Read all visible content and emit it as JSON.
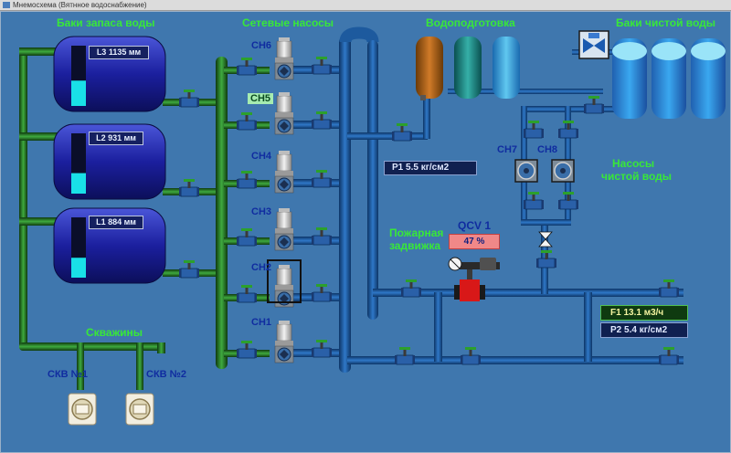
{
  "window": {
    "title": "Мнемосхема (Вятнное водоснабжение)"
  },
  "sections": {
    "tanks_storage": "Баки запаса воды",
    "network_pumps": "Сетевые насосы",
    "water_treatment": "Водоподготовка",
    "clean_tanks": "Баки чистой воды",
    "wells": "Скважины",
    "clean_pumps_line1": "Насосы",
    "clean_pumps_line2": "чистой воды",
    "fire_valve_line1": "Пожарная",
    "fire_valve_line2": "задвижка"
  },
  "tanks": [
    {
      "id": "L3",
      "text": "L3  1135 мм",
      "fill_fraction": 0.42
    },
    {
      "id": "L2",
      "text": "L2  931 мм",
      "fill_fraction": 0.34
    },
    {
      "id": "L1",
      "text": "L1  884 мм",
      "fill_fraction": 0.33
    }
  ],
  "pumps": [
    "СН6",
    "СН5",
    "СН4",
    "СН3",
    "СН2",
    "СН1"
  ],
  "selected_pump": "СН2",
  "clean_pumps": [
    "СН7",
    "СН8"
  ],
  "wells": [
    "СКВ №1",
    "СКВ №2"
  ],
  "readouts": {
    "p1": "P1    5.5 кг/см2",
    "qcv_label": "QCV 1",
    "qcv_value": "47 %",
    "f1": "F1    13.1 м3/ч",
    "p2": "P2    5.4 кг/см2"
  },
  "colors": {
    "background": "#3f77ae",
    "pipe_green": "#1f6a1f",
    "pipe_blue": "#1d5a9e",
    "label_green": "#38e838",
    "label_blue": "#102ca0",
    "tank_blue": "#1b1f9e",
    "level_cyan": "#19e0e8"
  }
}
